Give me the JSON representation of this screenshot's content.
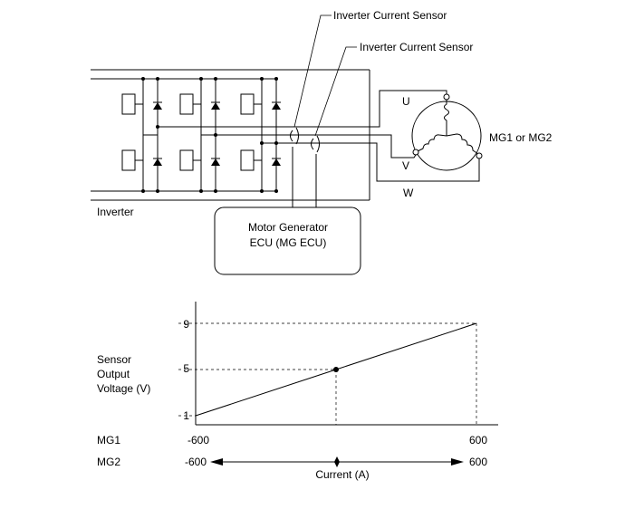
{
  "labels": {
    "sensor1": "Inverter Current Sensor",
    "sensor2": "Inverter Current Sensor",
    "phase_u": "U",
    "phase_v": "V",
    "phase_w": "W",
    "motor": "MG1 or MG2",
    "inverter": "Inverter",
    "ecu_line1": "Motor Generator",
    "ecu_line2": "ECU (MG ECU)"
  },
  "chart_data": {
    "type": "line",
    "ylabel": [
      "Sensor",
      "Output",
      "Voltage (V)"
    ],
    "xlabel": "Current (A)",
    "yticks": [
      "9",
      "5",
      "1"
    ],
    "x_axes": [
      {
        "name": "MG1",
        "min_label": "-600",
        "max_label": "600"
      },
      {
        "name": "MG2",
        "min_label": "-600",
        "max_label": "600"
      }
    ],
    "xlim": [
      -600,
      600
    ],
    "ylim": [
      1,
      9
    ],
    "series": [
      {
        "points": [
          {
            "x": -600,
            "y": 1
          },
          {
            "x": 0,
            "y": 5
          },
          {
            "x": 600,
            "y": 9
          }
        ]
      }
    ]
  }
}
